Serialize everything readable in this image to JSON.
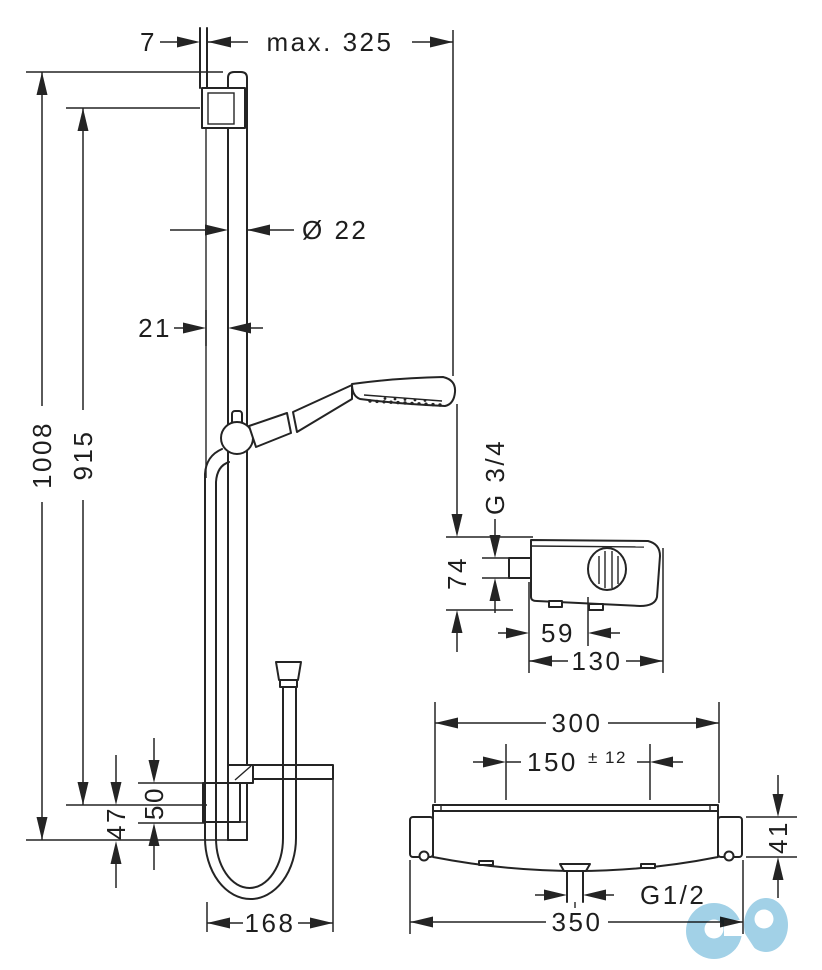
{
  "drawing": {
    "main_view": {
      "wall_plate_depth": "7",
      "max_reach": "max. 325",
      "rail_diameter": "Ø 22",
      "wall_distance": "21",
      "total_height": "1008",
      "rail_length": "915",
      "bottom_offset": "47",
      "bracket_height": "50",
      "hose_loop_width": "168"
    },
    "side_view": {
      "outlet_thread": "G 3/4",
      "body_height": "74",
      "knob_offset": "59",
      "body_depth": "130"
    },
    "front_view": {
      "body_width": "300",
      "inlet_spacing": "150",
      "inlet_tolerance": "± 12",
      "end_height": "41",
      "inlet_thread": "G1/2",
      "total_width": "350"
    },
    "watermark": {
      "label": "logo",
      "color": "#a2d1e7"
    }
  }
}
